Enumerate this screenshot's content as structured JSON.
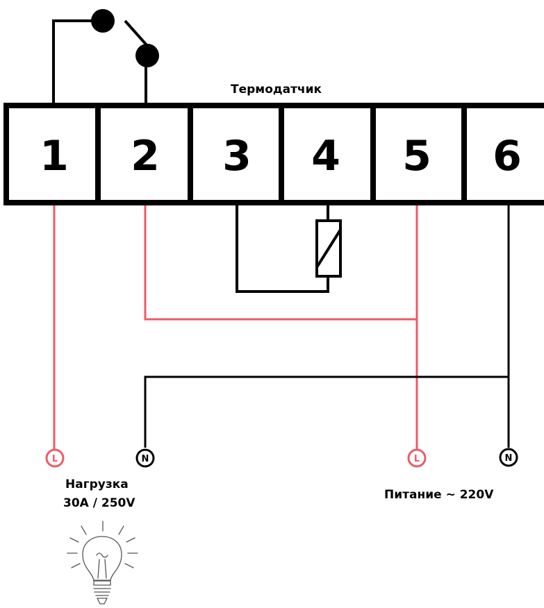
{
  "diagram": {
    "terminal_labels": [
      "1",
      "2",
      "3",
      "4",
      "5",
      "6"
    ],
    "sensor_label": "Термодатчик",
    "load": {
      "line_terminal": "L",
      "neutral_terminal": "N",
      "caption_line1": "Нагрузка",
      "caption_line2": "30A / 250V",
      "icon": "light-bulb-icon"
    },
    "supply": {
      "line_terminal": "L",
      "neutral_terminal": "N",
      "caption": "Питание ~ 220V"
    },
    "colors": {
      "line_wire": "#ee5a66",
      "neutral_wire": "#000000",
      "frame": "#000000",
      "background": "#ffffff"
    }
  }
}
